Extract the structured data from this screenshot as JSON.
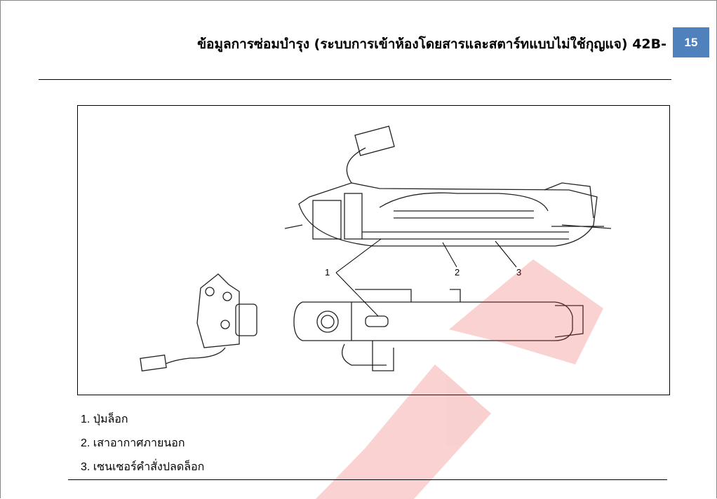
{
  "header": {
    "title": "ข้อมูลการซ่อมบำรุง (ระบบการเข้าห้องโดยสารและสตาร์ทแบบไม่ใช้กุญแจ) 42B-",
    "page_number": "15",
    "page_badge_color": "#4f81bd"
  },
  "figure": {
    "callouts": [
      "1",
      "2",
      "3"
    ]
  },
  "legend": {
    "items": [
      "1. ปุ่มล็อก",
      "2. เสาอากาศภายนอก",
      "3. เซนเซอร์คำสั่งปลดล็อก"
    ]
  }
}
